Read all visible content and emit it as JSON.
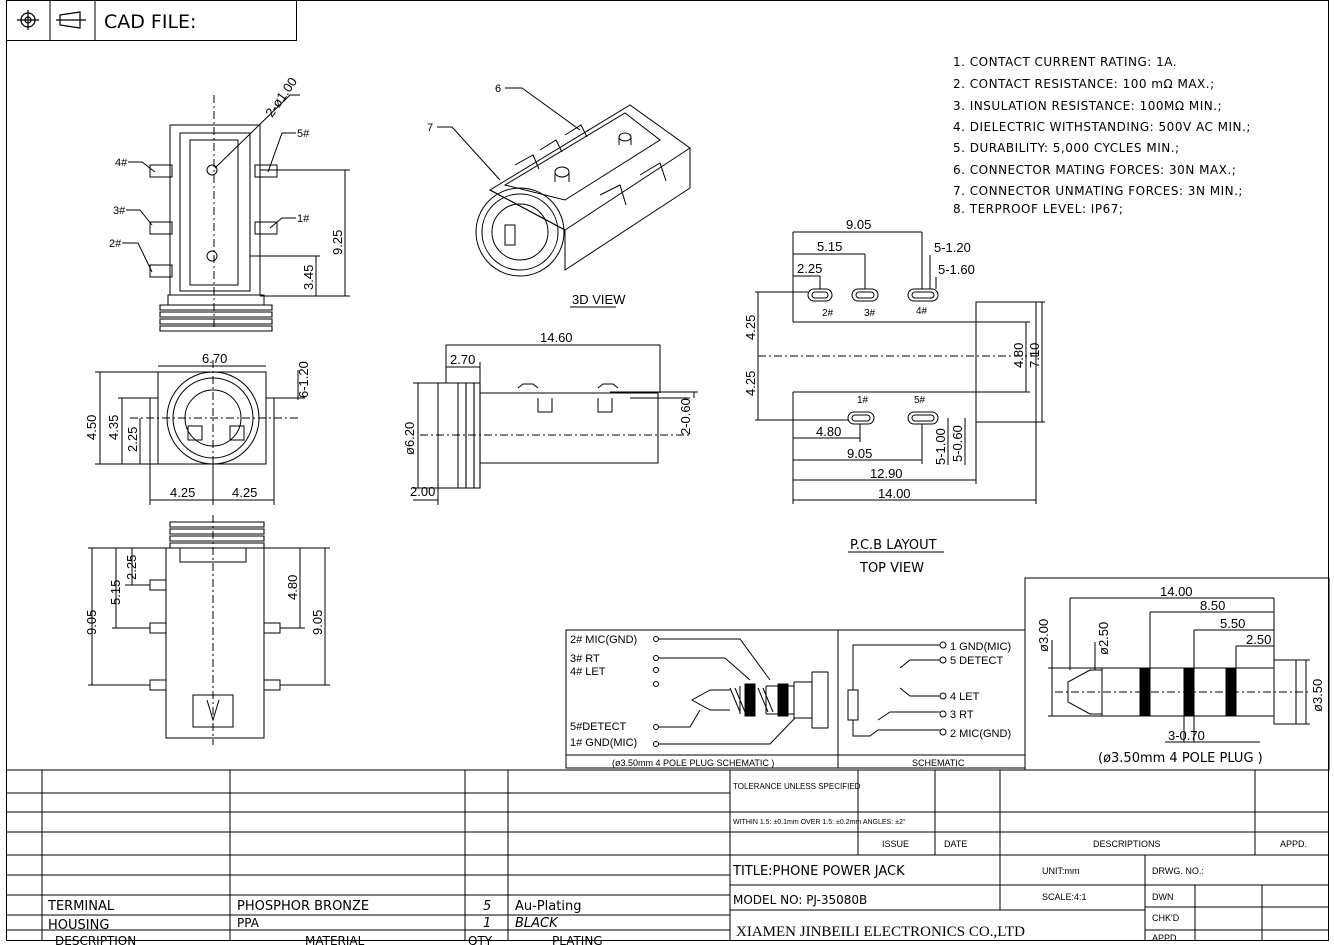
{
  "header": {
    "cad_label": "CAD FILE:"
  },
  "notes": [
    "1. CONTACT CURRENT RATING: 1A.",
    "2. CONTACT RESISTANCE: 100 mΩ MAX.;",
    "3. INSULATION RESISTANCE: 100MΩ MIN.;",
    "4. DIELECTRIC WITHSTANDING: 500V AC MIN.;",
    "5. DURABILITY: 5,000 CYCLES MIN.;",
    "6. CONNECTOR MATING FORCES: 30N   MAX.;",
    "7. CONNECTOR UNMATING FORCES: 3N MIN.;",
    "8. TERPROOF LEVEL: IP67;"
  ],
  "views": {
    "top": {
      "pins": [
        "4#",
        "3#",
        "2#",
        "5#",
        "1#"
      ],
      "dims": [
        "2-ø1.00",
        "9.25",
        "3.45"
      ]
    },
    "front": {
      "dims": [
        "6.70",
        "6-1.20",
        "4.50",
        "4.35",
        "2.25",
        "4.25",
        "4.25"
      ]
    },
    "bottom": {
      "dims": [
        "2.25",
        "5.15",
        "9.05",
        "4.80",
        "9.05"
      ]
    },
    "view3d": {
      "label": "3D VIEW",
      "callouts": [
        "6",
        "7"
      ]
    },
    "side": {
      "dims": [
        "14.60",
        "2.70",
        "ø6.20",
        "2-0.60",
        "2.00"
      ]
    },
    "pcb": {
      "title": "P.C.B LAYOUT",
      "subtitle": "TOP VIEW",
      "pins_top": [
        "2#",
        "3#",
        "4#"
      ],
      "pins_bottom": [
        "1#",
        "5#"
      ],
      "dims": [
        "9.05",
        "5.15",
        "2.25",
        "5-1.20",
        "5-1.60",
        "4.25",
        "4.25",
        "4.80",
        "7.10",
        "4.80",
        "9.05",
        "12.90",
        "14.00",
        "5-1.00",
        "5-0.60"
      ]
    }
  },
  "plug_schematic": {
    "labels": [
      "2# MIC(GND)",
      "3# RT",
      "4# LET",
      "5#DETECT",
      "1# GND(MIC)"
    ],
    "caption": "(ø3.50mm 4 POLE PLUG SCHEMATIC )"
  },
  "schematic": {
    "labels": [
      "1 GND(MIC)",
      "5 DETECT",
      "4 LET",
      "3 RT",
      "2 MIC(GND)"
    ],
    "caption": "SCHEMATIC"
  },
  "plug": {
    "dims": [
      "14.00",
      "8.50",
      "5.50",
      "2.50",
      "ø3.00",
      "ø2.50",
      "ø3.50",
      "3-0.70"
    ],
    "caption": "(ø3.50mm 4 POLE PLUG )"
  },
  "title_block": {
    "tolerance": "TOLERANCE UNLESS SPECIFIED",
    "within": "WITHIN 1.5: ±0.1mm OVER 1.5: ±0.2mm ANGLES: ±2°",
    "issue": "ISSUE",
    "date": "DATE",
    "descriptions": "DESCRIPTIONS",
    "appd": "APPD.",
    "title": "TITLE:PHONE POWER JACK",
    "unit": "UNIT:mm",
    "drwg_no": "DRWG. NO.:",
    "model": "MODEL NO: PJ-35080B",
    "scale": "SCALE:4:1",
    "dwn": "DWN",
    "chkd": "CHK'D",
    "appd2": "APPD.",
    "company": "XIAMEN JINBEILI ELECTRONICS CO.,LTD"
  },
  "bom": {
    "rows": [
      {
        "description": "TERMINAL",
        "material": "PHOSPHOR BRONZE",
        "qty": "5",
        "plating": "Au-Plating"
      },
      {
        "description": "HOUSING",
        "material": "PPA",
        "qty": "1",
        "plating": "BLACK"
      }
    ],
    "headers": {
      "description": "DESCRIPTION",
      "material": "MATERIAL",
      "qty": "QTY",
      "plating": "PLATING"
    }
  }
}
